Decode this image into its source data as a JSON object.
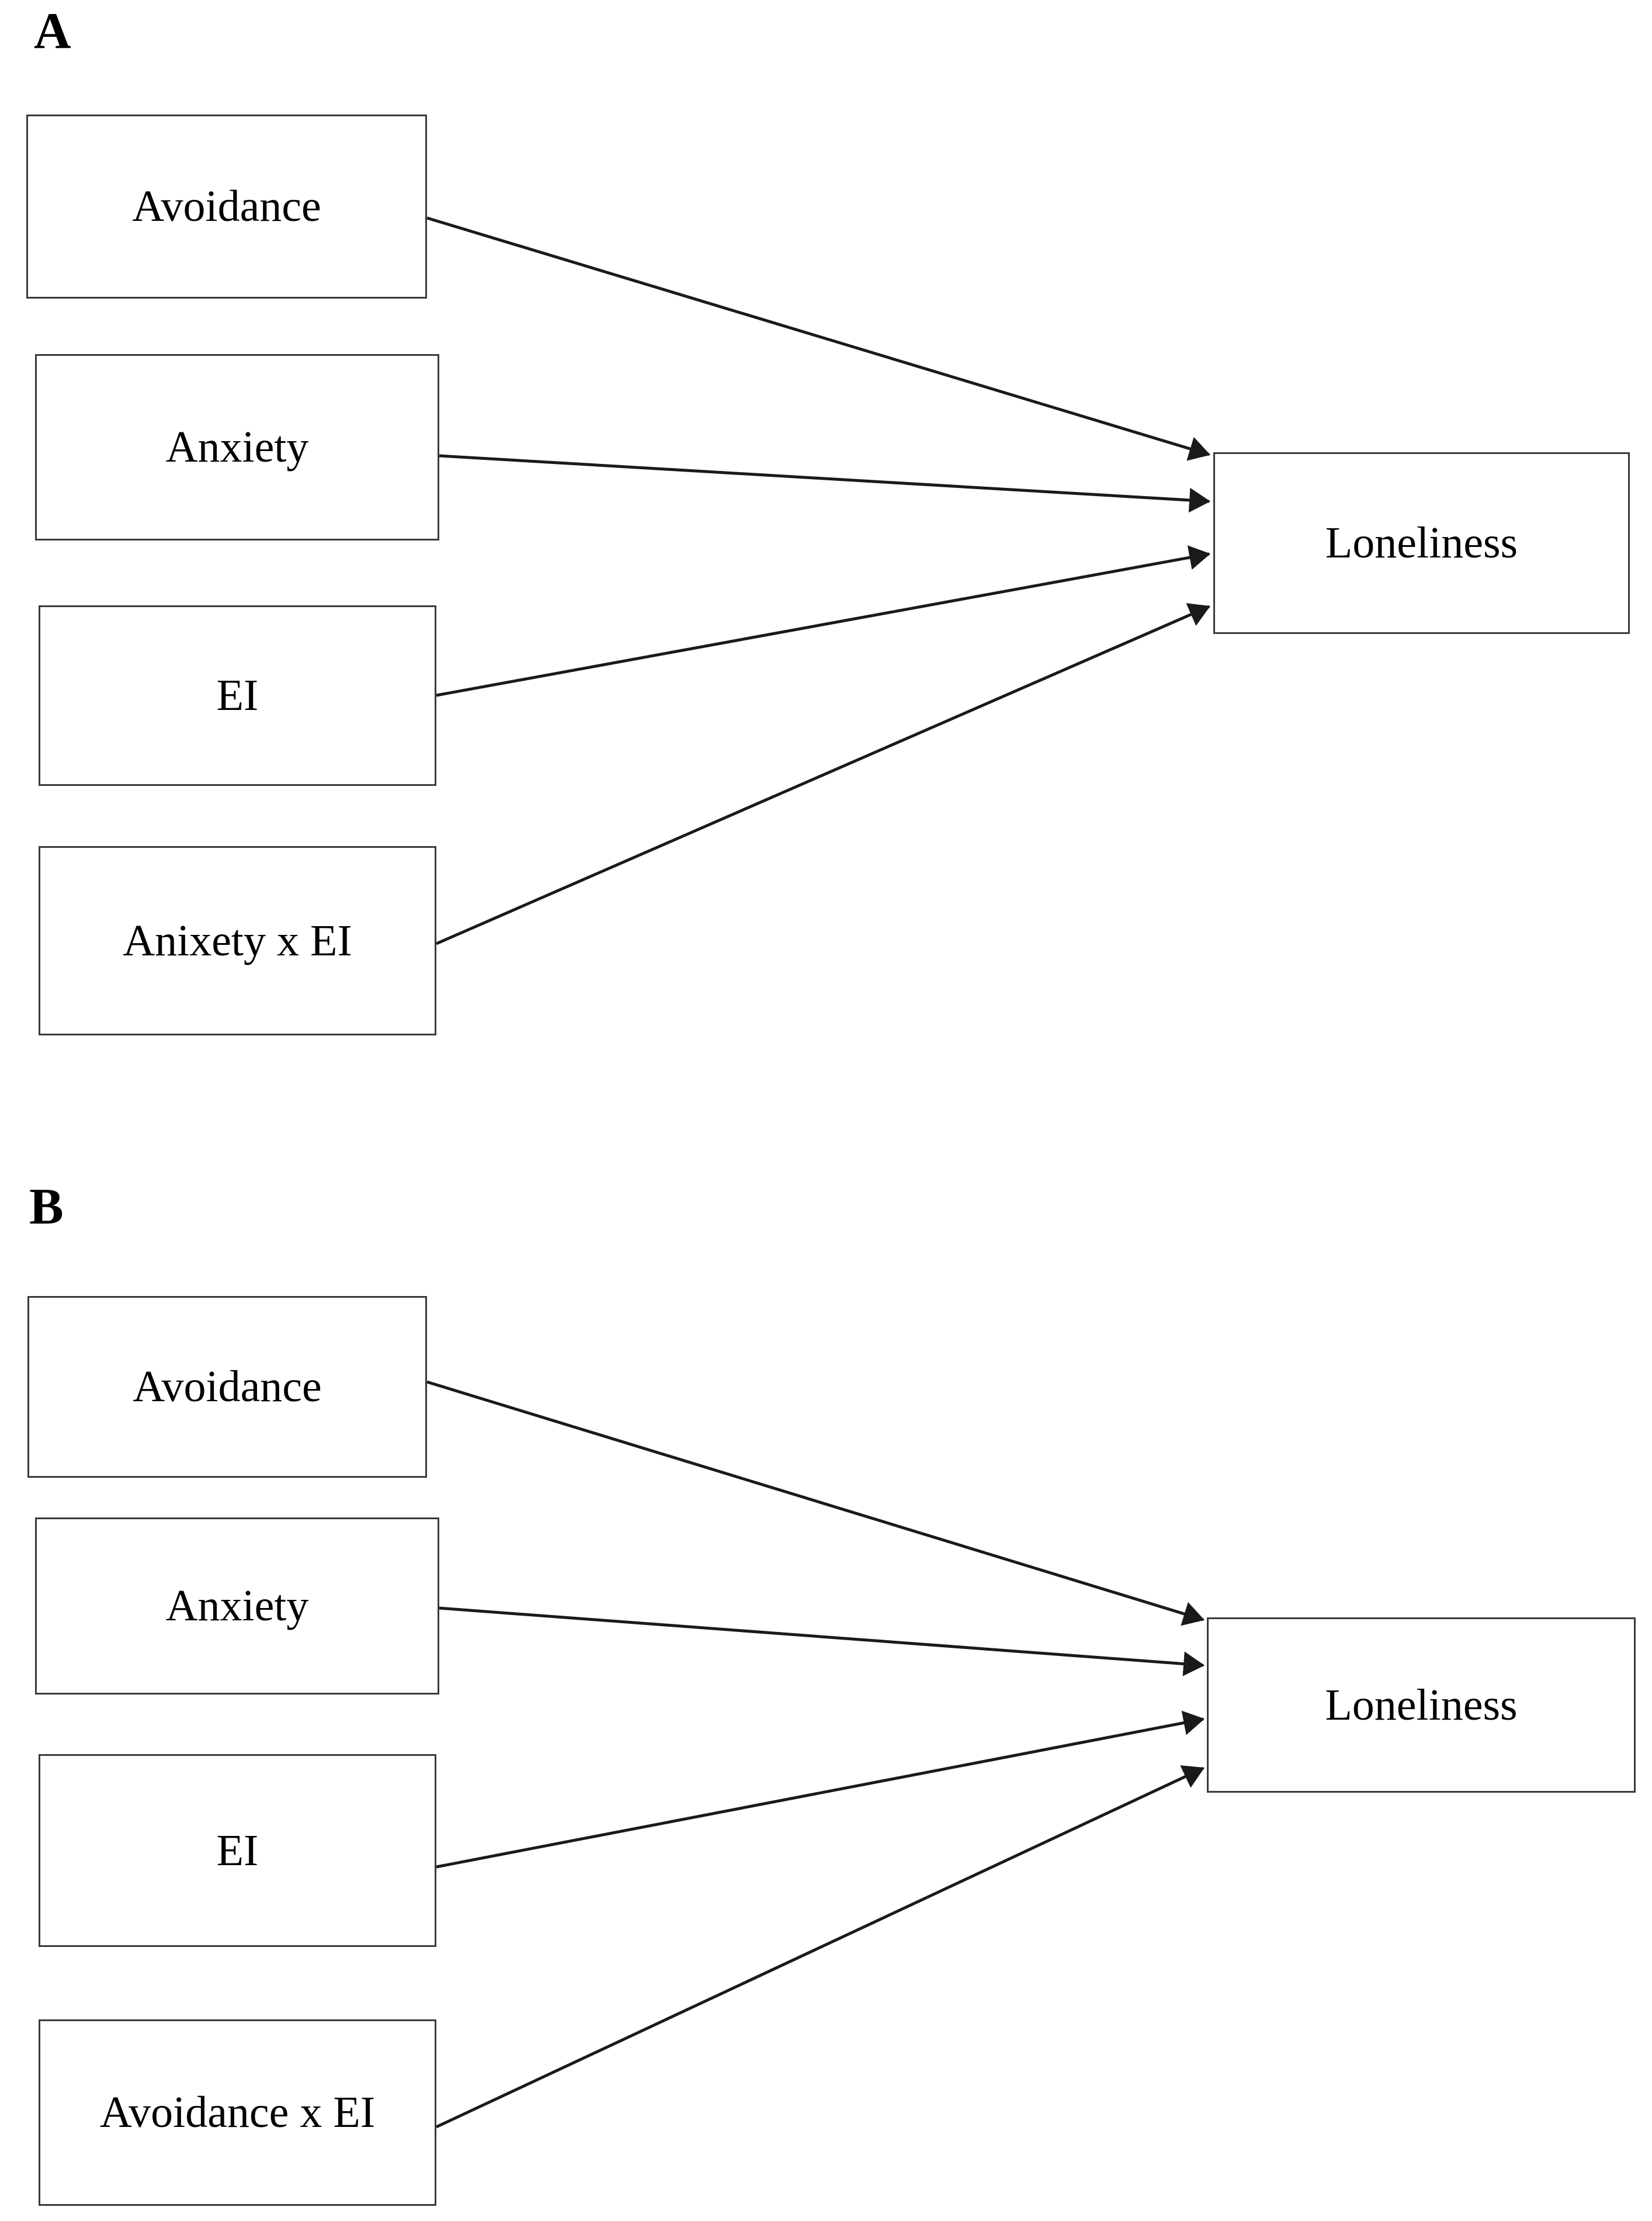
{
  "figure": {
    "colors": {
      "background": "#ffffff",
      "line_color": "#1a1a1a",
      "box_border_color": "#3a3a3a",
      "text_color": "#000000"
    }
  },
  "panels": [
    {
      "label": "A",
      "boxes": [
        {
          "label": "Avoidance"
        },
        {
          "label": "Anxiety"
        },
        {
          "label": "EI"
        },
        {
          "label": "Anixety x EI"
        }
      ],
      "outcome": {
        "label": "Loneliness"
      }
    },
    {
      "label": "B",
      "boxes": [
        {
          "label": "Avoidance"
        },
        {
          "label": "Anxiety"
        },
        {
          "label": "EI"
        },
        {
          "label": "Avoidance x EI"
        }
      ],
      "outcome": {
        "label": "Loneliness"
      }
    }
  ]
}
